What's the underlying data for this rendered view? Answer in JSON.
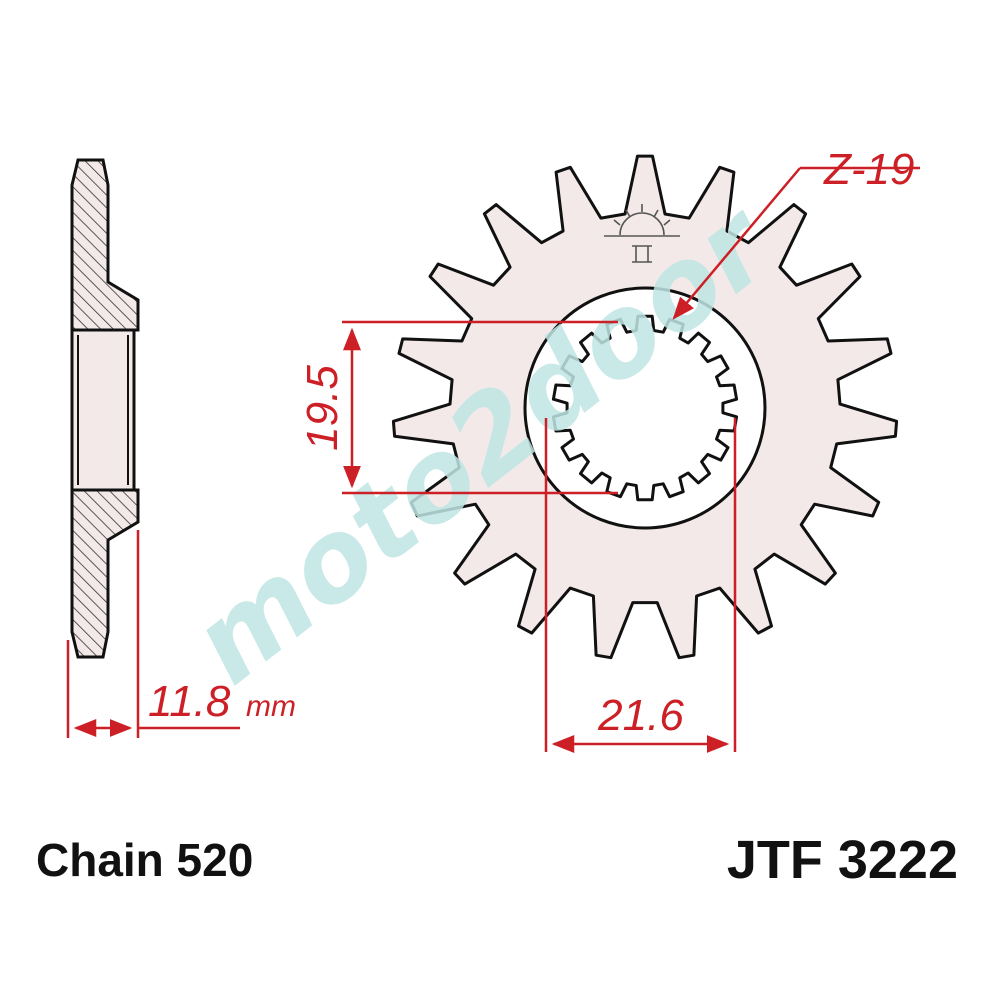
{
  "labels": {
    "teeth": "Z-19",
    "spline_height": "19.5",
    "spline_width": "21.6",
    "thickness_value": "11.8",
    "thickness_unit": "mm",
    "chain": "Chain 520",
    "part_number": "JTF 3222",
    "watermark": "moto2door"
  },
  "colors": {
    "dimension": "#cc1f26",
    "outline": "#111111",
    "fill": "#f3e9e9",
    "watermark": "#bfe6e4"
  }
}
